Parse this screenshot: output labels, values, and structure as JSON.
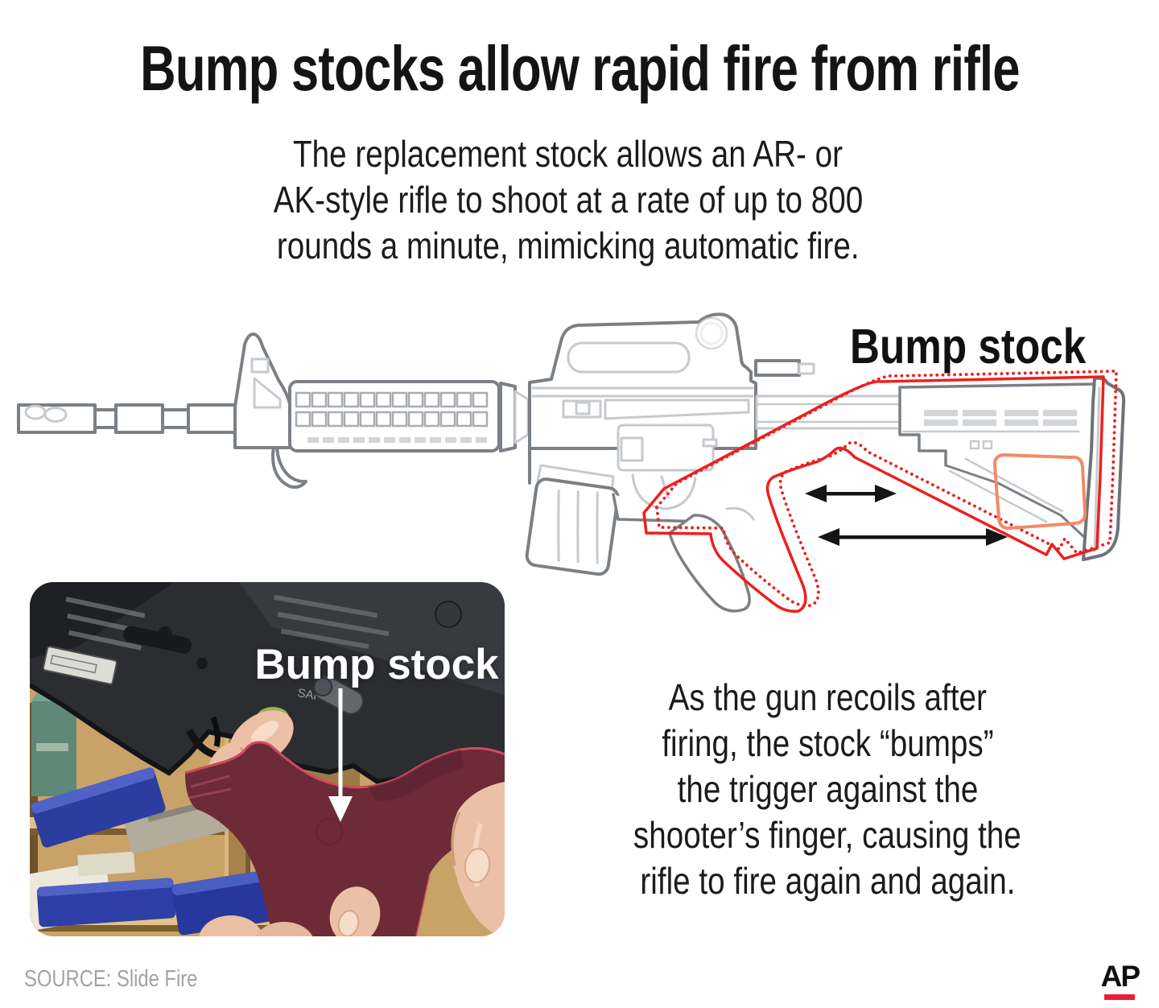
{
  "header": {
    "title": "Bump stocks allow rapid fire from rifle",
    "subtitle_lines": [
      "The replacement stock allows an AR- or",
      "AK-style rifle to shoot at a rate of up to 800",
      "rounds a minute, mimicking automatic fire."
    ]
  },
  "diagram": {
    "label": "Bump stock"
  },
  "photo": {
    "label": "Bump stock"
  },
  "body": {
    "lines": [
      "As the gun recoils after",
      "firing, the stock “bumps”",
      "the trigger against the",
      "shooter’s finger, causing the",
      "rifle to fire again and again."
    ]
  },
  "footer": {
    "source": "SOURCE: Slide Fire",
    "logo_text": "AP"
  },
  "colors": {
    "accent_red": "#ee1f1f",
    "salmon": "#f28a68",
    "ap_red": "#ec1c34",
    "maroon": "#6d2a37",
    "rifle_outline_gray": "#7b8085",
    "rifle_detail_gray": "#c7cacd",
    "source_gray": "#a3a3a3"
  }
}
